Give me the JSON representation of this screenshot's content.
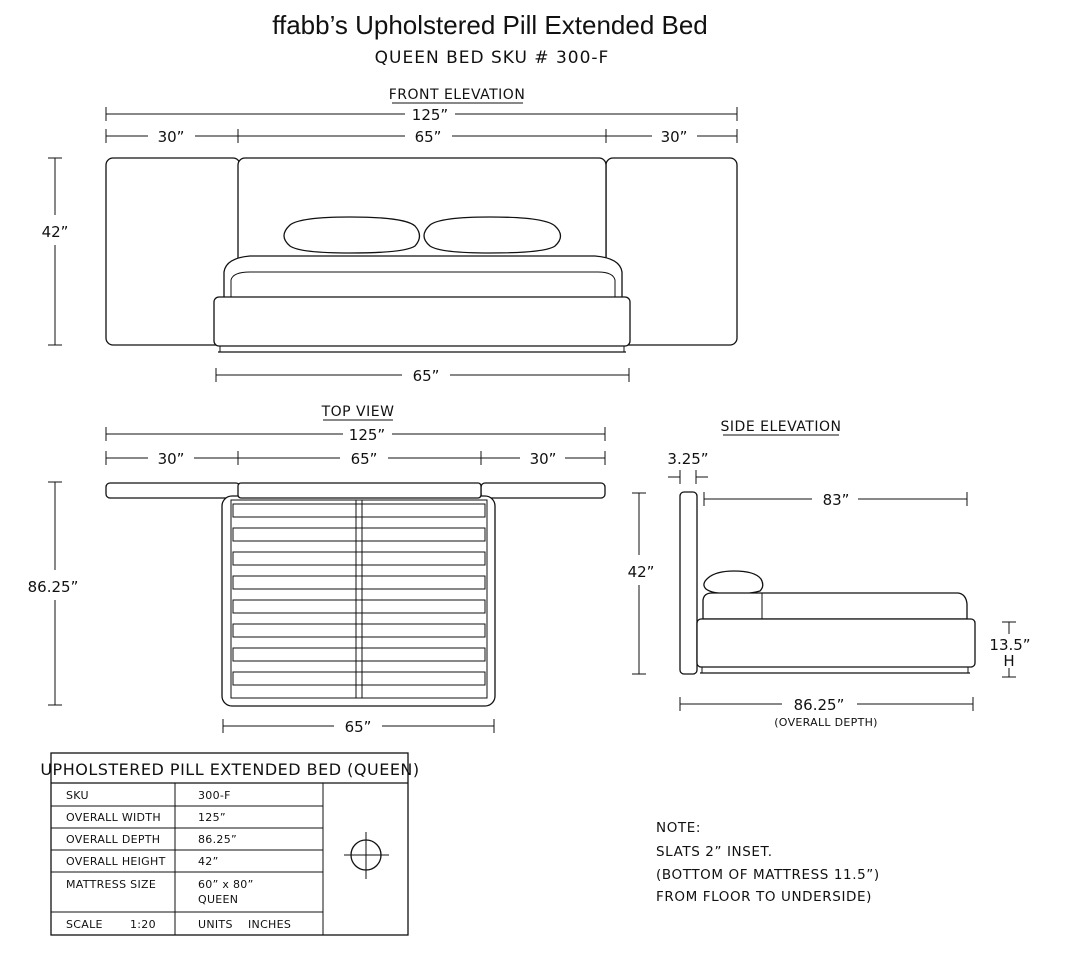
{
  "header": {
    "title": "ffabb’s Upholstered Pill Extended Bed",
    "subtitle": "QUEEN BED   SKU # 300-F"
  },
  "front_elevation": {
    "label": "FRONT ELEVATION",
    "overall_width": "125”",
    "left_panel": "30”",
    "center_panel": "65”",
    "right_panel": "30”",
    "height": "42”",
    "bed_width": "65”"
  },
  "top_view": {
    "label": "TOP VIEW",
    "overall_width": "125”",
    "left_panel": "30”",
    "center_panel": "65”",
    "right_panel": "30”",
    "depth": "86.25”",
    "bed_width": "65”"
  },
  "side_elevation": {
    "label": "SIDE ELEVATION",
    "headboard_thickness": "3.25”",
    "bed_length": "83”",
    "height": "42”",
    "frame_height": "13.5”",
    "frame_height_suffix": "H",
    "overall_depth": "86.25”",
    "overall_depth_note": "(OVERALL DEPTH)"
  },
  "spec_table": {
    "heading": "UPHOLSTERED PILL EXTENDED BED (QUEEN)",
    "rows": [
      {
        "label": "SKU",
        "value": "300-F",
        "value2": ""
      },
      {
        "label": "OVERALL WIDTH",
        "value": "125”",
        "value2": ""
      },
      {
        "label": "OVERALL DEPTH",
        "value": "86.25”",
        "value2": ""
      },
      {
        "label": "OVERALL HEIGHT",
        "value": "42”",
        "value2": ""
      },
      {
        "label": "MATTRESS SIZE",
        "value": "60” x 80”",
        "value2": "QUEEN"
      }
    ],
    "scale_label": "SCALE",
    "scale_value": "1:20",
    "units_label": "UNITS",
    "units_value": "INCHES"
  },
  "note": {
    "heading": "NOTE:",
    "line1": "SLATS 2” INSET.",
    "line2": "(BOTTOM OF MATTRESS 11.5”)",
    "line3": "FROM FLOOR TO UNDERSIDE)"
  }
}
